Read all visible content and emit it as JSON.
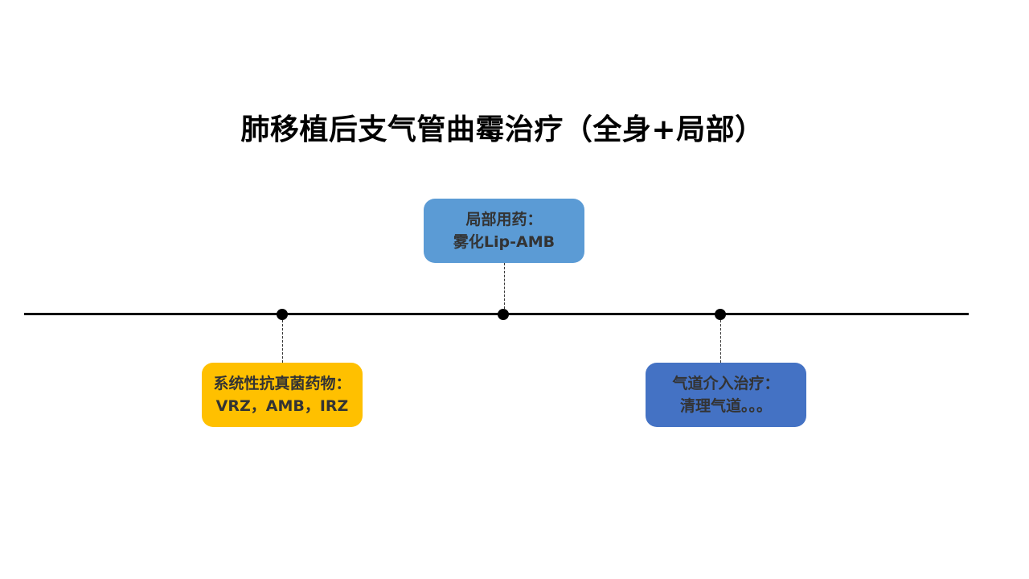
{
  "title": "肺移植后支气管曲霉治疗（全身+局部）",
  "nodes": [
    {
      "id": "local",
      "line1": "局部用药：",
      "line2": "雾化Lip-AMB",
      "color": "#5B9BD5"
    },
    {
      "id": "systemic",
      "line1": "系统性抗真菌药物：",
      "line2": "VRZ，AMB，IRZ",
      "color": "#FFC000"
    },
    {
      "id": "airway",
      "line1": "气道介入治疗：",
      "line2": "清理气道。。。",
      "color": "#4472C4"
    }
  ]
}
